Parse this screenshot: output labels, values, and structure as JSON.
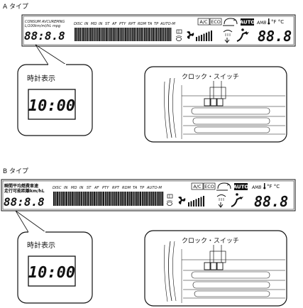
{
  "sectionA": {
    "title": "A タイプ",
    "lcd": {
      "consum_line1": "CONSUM AVCUREMNG",
      "consum_line2": "L/100km/ml/hL mpg",
      "clock_digits": "88:8.8",
      "top_indicators": [
        "DISC",
        "IN",
        "MD",
        "IN",
        "ST",
        "AF",
        "PTY",
        "RPT",
        "RDM",
        "TA",
        "TP",
        "AUTO-M"
      ],
      "ac": "A/C",
      "eco": "ECO",
      "auto": "AUTO",
      "amb": "AMB",
      "temp_units": "°F °C",
      "temp_digits": "88.8"
    },
    "callout_label": "時計表示",
    "clock_reading": "10:00",
    "switch_label": "クロック・スイッチ"
  },
  "sectionB": {
    "title": "B タイプ",
    "lcd": {
      "consum_line1": "瞬間平均燃費車速",
      "consum_line2": "走行可能距離km/hL",
      "clock_digits": "88:8.8",
      "top_indicators": [
        "DISC",
        "IN",
        "MD",
        "IN",
        "ST",
        "AF",
        "PTY",
        "RPT",
        "RDM",
        "TA",
        "TP",
        "AUTO-M"
      ],
      "ac": "A/C",
      "eco": "ECO",
      "auto": "AUTO",
      "amb": "AMB",
      "temp_units": "°F °C",
      "temp_digits": "88.8"
    },
    "callout_label": "時計表示",
    "clock_reading": "10:00",
    "switch_label": "クロック・スイッチ"
  }
}
